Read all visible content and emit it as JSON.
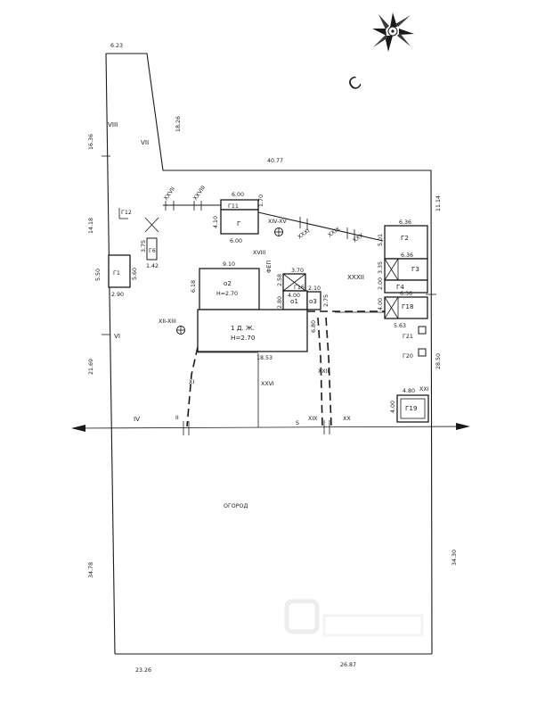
{
  "compass": {
    "label": "С"
  },
  "plot": {
    "dims": {
      "top_left": "6.23",
      "left_upper": "16.36",
      "diag": "18.26",
      "top": "40.77",
      "right_top": "11.14",
      "left_mid": "14.18",
      "left_5": "5.50",
      "left_lower": "21.69",
      "right_mid": "28.50",
      "left_bottom": "34.78",
      "right_bottom": "34.30",
      "bottom_left": "23.26",
      "bottom_right": "26.87"
    },
    "zones": {
      "VIII": "VIII",
      "VII": "VII",
      "XXVII": "XXVII",
      "XXVIII": "XXVIII",
      "XIV_XV": "XIV-XV",
      "XXXI": "XXXI",
      "XXIX": "XXIX",
      "XXX": "XXX",
      "XVIII": "XVIII",
      "XXXII": "XXXII",
      "XII_XIII": "XII-XIII",
      "VI": "VI",
      "XXVI": "XXVI",
      "XXII": "XXII",
      "XXI": "XXI",
      "XI": "XI",
      "II": "II",
      "IV": "IV",
      "XIX": "XIX",
      "XX": "XX",
      "S": "S"
    },
    "garden": "ОГОРОД"
  },
  "buildings": {
    "G11": {
      "label": "Г11",
      "width": "6.00",
      "height": "1.70"
    },
    "G": {
      "label": "Г",
      "height": "4.10",
      "width": "6.00"
    },
    "G12": {
      "label": "Г12"
    },
    "G6": {
      "label": "Г6",
      "height": "3.75",
      "width": "1.42"
    },
    "G1": {
      "label": "Г1",
      "height": "5.60",
      "width": "2.90"
    },
    "o2": {
      "label": "о2",
      "height_label": "H=2.70",
      "width": "9.10",
      "depth": "6.18"
    },
    "G16": {
      "label": "Г16",
      "width": "3.70",
      "height": "2.58"
    },
    "o1": {
      "label": "о1",
      "width": "4.00",
      "height": "2.80"
    },
    "o3": {
      "label": "о3",
      "width": "2.10",
      "height": "2.75"
    },
    "house": {
      "label": "1 Д. Ж.",
      "height_label": "H=2.70",
      "length": "18.53",
      "depth": "6.80"
    },
    "G2": {
      "label": "Г2",
      "width": "6.36",
      "height": "5.01"
    },
    "G3": {
      "label": "Г3",
      "width": "6.36",
      "height": "3.35"
    },
    "G4": {
      "label": "Г4",
      "height": "2.00"
    },
    "G18": {
      "label": "Г18",
      "width": "6.36",
      "height": "4.00"
    },
    "G_dim": {
      "width": "5.63"
    },
    "G21": {
      "label": "Г21"
    },
    "G20": {
      "label": "Г20"
    },
    "G19": {
      "label": "Г19",
      "width": "4.80",
      "height": "4.00"
    },
    "well": {
      "label": "ФЕП"
    }
  }
}
